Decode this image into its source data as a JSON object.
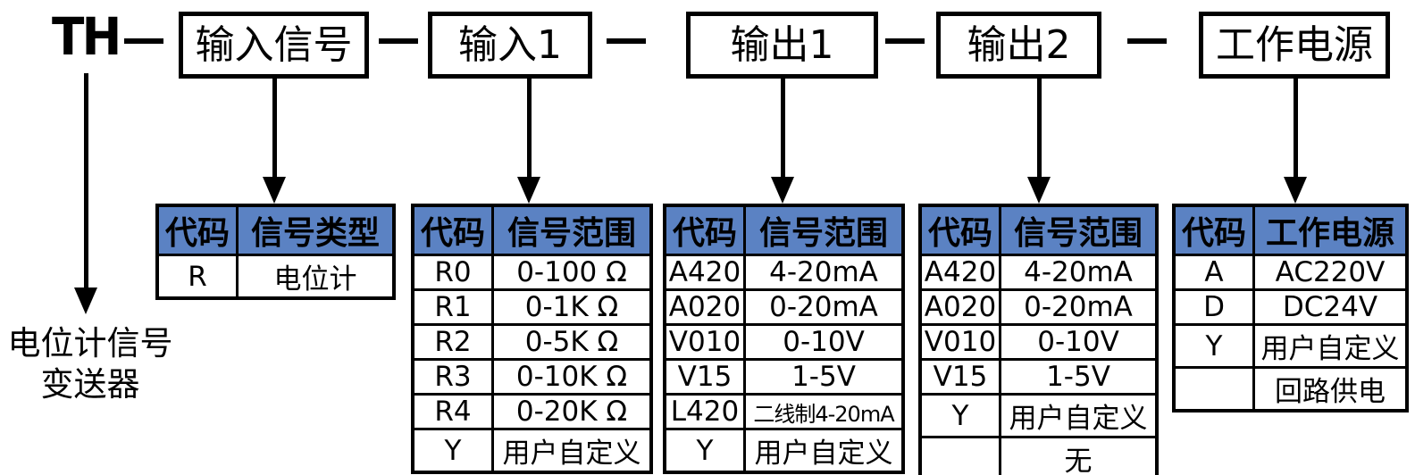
{
  "diagram": {
    "model_prefix": "TH",
    "dash_separator": "—",
    "top_boxes": [
      "输入信号",
      "输入1",
      "输出1",
      "输出2",
      "工作电源"
    ],
    "prefix_note": [
      "电位计信号",
      "变送器"
    ]
  },
  "tables": [
    {
      "headers": [
        "代码",
        "信号类型"
      ],
      "rows": [
        [
          "R",
          "电位计"
        ]
      ]
    },
    {
      "headers": [
        "代码",
        "信号范围"
      ],
      "rows": [
        [
          "R0",
          "0-100 Ω"
        ],
        [
          "R1",
          "0-1K Ω"
        ],
        [
          "R2",
          "0-5K Ω"
        ],
        [
          "R3",
          "0-10K Ω"
        ],
        [
          "R4",
          "0-20K Ω"
        ],
        [
          "Y",
          "用户自定义"
        ]
      ]
    },
    {
      "headers": [
        "代码",
        "信号范围"
      ],
      "rows": [
        [
          "A420",
          "4-20mA"
        ],
        [
          "A020",
          "0-20mA"
        ],
        [
          "V010",
          "0-10V"
        ],
        [
          "V15",
          "1-5V"
        ],
        [
          "L420",
          "二线制4-20mA"
        ],
        [
          "Y",
          "用户自定义"
        ]
      ]
    },
    {
      "headers": [
        "代码",
        "信号范围"
      ],
      "rows": [
        [
          "A420",
          "4-20mA"
        ],
        [
          "A020",
          "0-20mA"
        ],
        [
          "V010",
          "0-10V"
        ],
        [
          "V15",
          "1-5V"
        ],
        [
          "Y",
          "用户自定义"
        ],
        [
          "",
          "无"
        ]
      ]
    },
    {
      "headers": [
        "代码",
        "工作电源"
      ],
      "rows": [
        [
          "A",
          "AC220V"
        ],
        [
          "D",
          "DC24V"
        ],
        [
          "Y",
          "用户自定义"
        ],
        [
          "",
          "回路供电"
        ]
      ]
    }
  ],
  "colors": {
    "header_bg": "#5b82c3",
    "line": "#000000"
  }
}
